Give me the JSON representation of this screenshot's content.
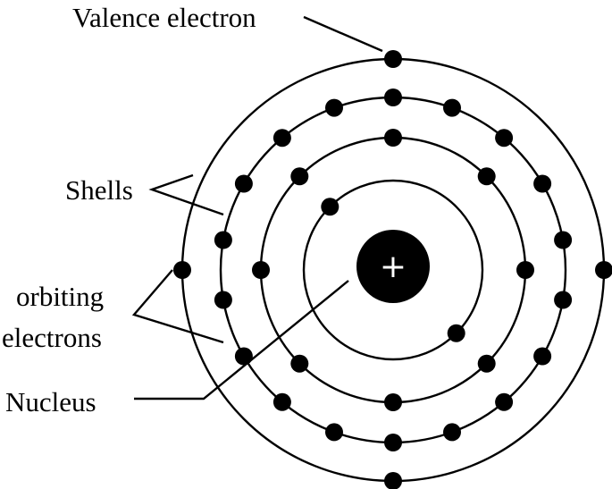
{
  "labels": {
    "valence_electron": "Valence electron",
    "shells": "Shells",
    "orbiting_line1": "orbiting",
    "orbiting_line2": "electrons",
    "nucleus": "Nucleus"
  },
  "nucleus": {
    "symbol": "+",
    "color": "#000000",
    "symbol_color": "#ffffff"
  },
  "atom": {
    "line_color": "#000000",
    "electron_color": "#000000",
    "shells": [
      {
        "name": "shell-1",
        "electron_count": 2
      },
      {
        "name": "shell-2",
        "electron_count": 8
      },
      {
        "name": "shell-3",
        "electron_count": 18
      },
      {
        "name": "shell-4",
        "electron_count": 4
      }
    ]
  }
}
